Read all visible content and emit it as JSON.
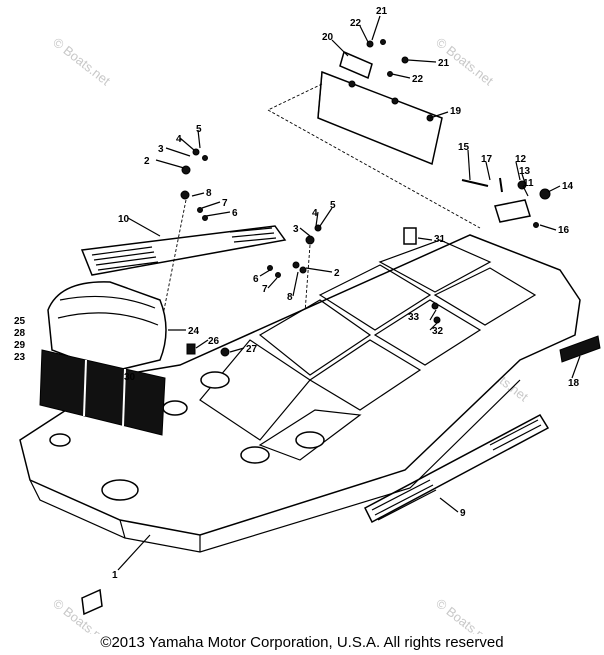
{
  "callouts": [
    "1",
    "2",
    "3",
    "4",
    "5",
    "6",
    "7",
    "8",
    "9",
    "10",
    "11",
    "12",
    "13",
    "14",
    "15",
    "16",
    "17",
    "18",
    "19",
    "20",
    "21",
    "22",
    "23",
    "24",
    "25",
    "26",
    "27",
    "28",
    "29",
    "30",
    "31",
    "32",
    "33"
  ],
  "watermark": "© Boats.net",
  "copyright": "©2013 Yamaha Motor Corporation, U.S.A. All rights reserved"
}
